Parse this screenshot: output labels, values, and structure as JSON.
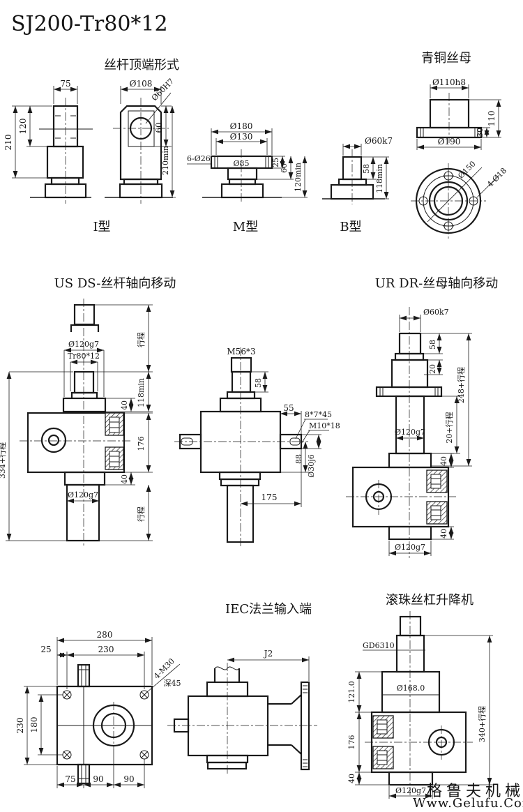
{
  "title": "SJ200-Tr80*12",
  "sections": {
    "top_end": {
      "header": "丝杆顶端形式",
      "type_i_label": "I型",
      "type_m_label": "M型",
      "type_b_label": "B型",
      "i": {
        "w": "75",
        "h_thread": "120",
        "h_head": "210",
        "d_top": "Ø108",
        "d_hole": "Ø60H7",
        "h_hole": "60",
        "h_min": "210min"
      },
      "m": {
        "d_out": "Ø180",
        "d_bc": "Ø130",
        "holes": "6-Ø26",
        "d_neck": "Ø85",
        "t1": "25",
        "t2": "60",
        "h_min": "120min"
      },
      "b": {
        "d": "Ø60k7",
        "h1": "58",
        "h_min": "118min"
      }
    },
    "nut": {
      "header": "青铜丝母",
      "d_body": "Ø110h8",
      "h": "110",
      "t": "30",
      "d_flange": "Ø190",
      "d_bc": "Ø150",
      "holes": "4-Ø18"
    },
    "us_ds": {
      "header": "US DS-丝杆轴向移动",
      "stroke_top": "行程",
      "d_screw": "Ø120g7",
      "thread": "Tr80*12",
      "h_min": "118min",
      "t_flange": "40",
      "h_box": "176",
      "t_collar": "40",
      "d_tube": "Ø120g7",
      "stroke_bot": "行程",
      "total": "334+行程"
    },
    "front": {
      "thread_top": "M56*3",
      "h_top": "58",
      "l_shaft": "55",
      "key": "8*7*45",
      "tap": "M10*18",
      "h_half": "88",
      "d_shaft": "Ø30j6",
      "l_right": "175"
    },
    "ur_dr": {
      "header": "UR DR-丝母轴向移动",
      "d_top": "Ø60k7",
      "h1": "58",
      "h2": "20",
      "total": "248+行程",
      "stroke": "20+行程",
      "d_screw": "Ø120g7",
      "t1": "40",
      "t2": "40",
      "d_bot": "Ø120g7"
    },
    "plan": {
      "w": "280",
      "w2": "230",
      "w3": "25",
      "bolt": "4-M30",
      "depth": "深45",
      "h": "230",
      "h2": "180",
      "b1": "75",
      "b2": "90",
      "b3": "90"
    },
    "iec": {
      "header": "IEC法兰输入端",
      "j2": "J2"
    },
    "ball": {
      "header": "滚珠丝杠升降机",
      "nut": "GD6310",
      "d_housing": "Ø168.0",
      "h1": "121.0",
      "h2": "176",
      "h3": "40",
      "total": "340+行程",
      "d_bot": "Ø120g7"
    }
  },
  "watermark": {
    "line1": "格鲁夫机械",
    "line2": "Www.Gelufu.Com",
    "color1": "#f0a2a2",
    "color2": "#b5b5b5"
  }
}
